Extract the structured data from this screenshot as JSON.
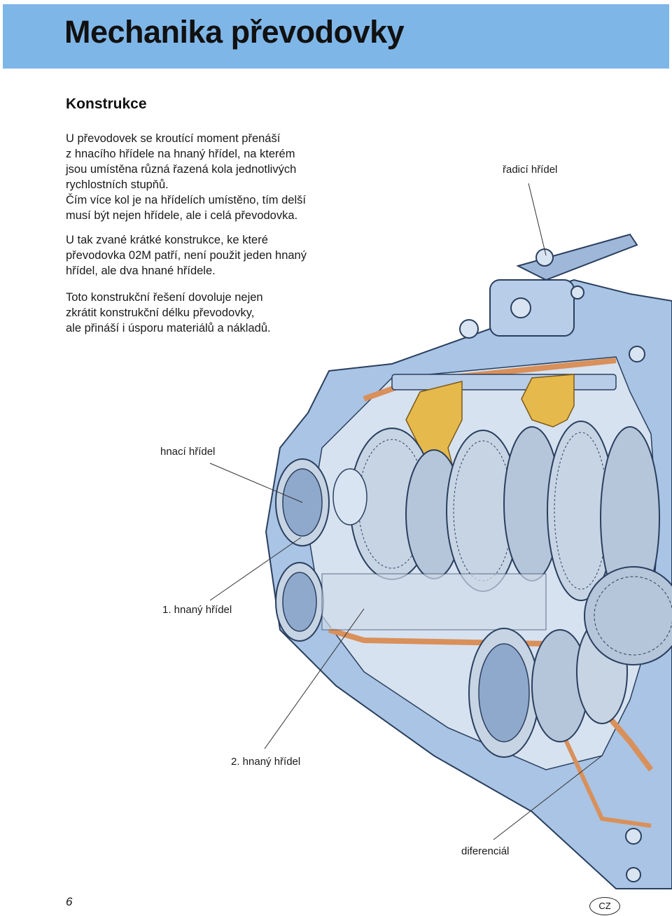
{
  "page": {
    "title": "Mechanika převodovky",
    "section_heading": "Konstrukce",
    "paragraphs": [
      "U převodovek se kroutící moment přenáší\nz hnacího hřídele na hnaný hřídel, na kterém\njsou umístěna různá řazená kola jednotlivých\nrychlostních stupňů.\nČím více kol je na hřídelích umístěno, tím delší\nmusí být nejen hřídele, ale i celá převodovka.",
      "U tak zvané krátké konstrukce, ke které\npřevodovka 02M patří, není použit jeden hnaný\nhřídel, ale dva hnané hřídele.",
      "Toto konstrukční řešení dovoluje nejen\nzkrátit konstrukční délku převodovky,\nale přináší i úsporu materiálů a nákladů."
    ],
    "page_number": "6",
    "language_badge": "CZ"
  },
  "illustration": {
    "labels": {
      "shift_shaft": "řadicí hřídel",
      "input_shaft": "hnací hřídel",
      "output_shaft_1": "1. hnaný hřídel",
      "output_shaft_2": "2. hnaný hřídel",
      "differential": "diferenciál"
    },
    "colors": {
      "header_band": "#7fb6e8",
      "housing_blue": "#a9c4e4",
      "housing_dark": "#5b7fae",
      "fork_yellow": "#e6b94c",
      "seal_orange": "#d9905a",
      "gear_steel": "#c7d4e4"
    }
  }
}
